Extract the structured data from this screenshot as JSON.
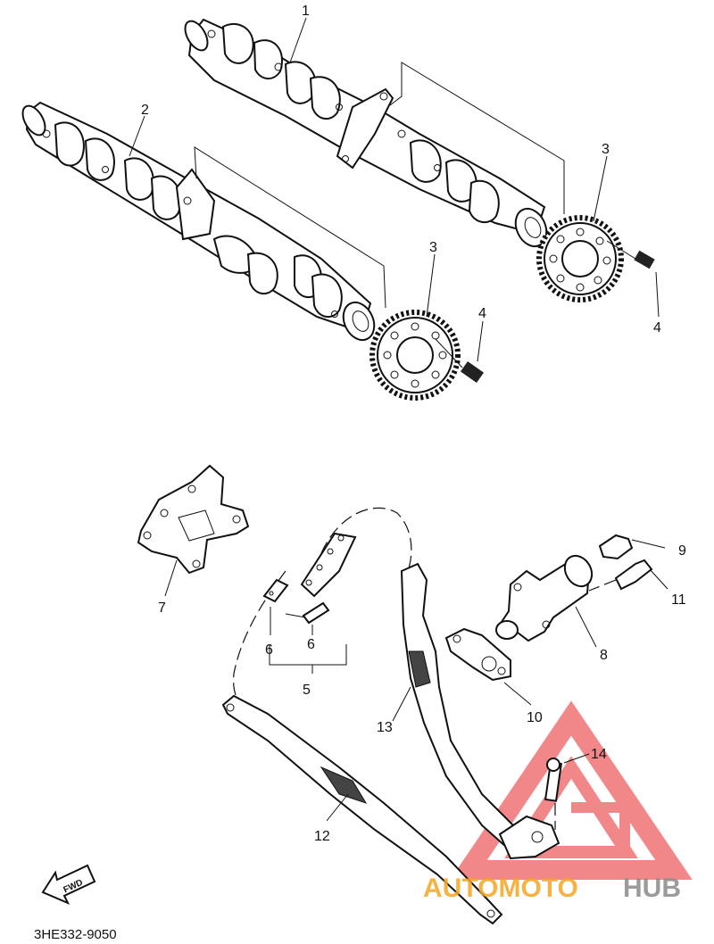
{
  "diagram": {
    "callouts": {
      "c1": "1",
      "c2": "2",
      "c3a": "3",
      "c3b": "3",
      "c4a": "4",
      "c4b": "4",
      "c5": "5",
      "c6a": "6",
      "c6b": "6",
      "c7": "7",
      "c8": "8",
      "c9": "9",
      "c10": "10",
      "c11": "11",
      "c12": "12",
      "c13": "13",
      "c14": "14"
    },
    "fwd_label": "FWD",
    "part_code": "3HE332-9050"
  },
  "watermark": {
    "text_orange": "AUTOMOTO",
    "text_gray": "HUB",
    "colors": {
      "orange": "#f5a623",
      "gray": "#8a8a8a",
      "red": "#e8262a"
    }
  }
}
